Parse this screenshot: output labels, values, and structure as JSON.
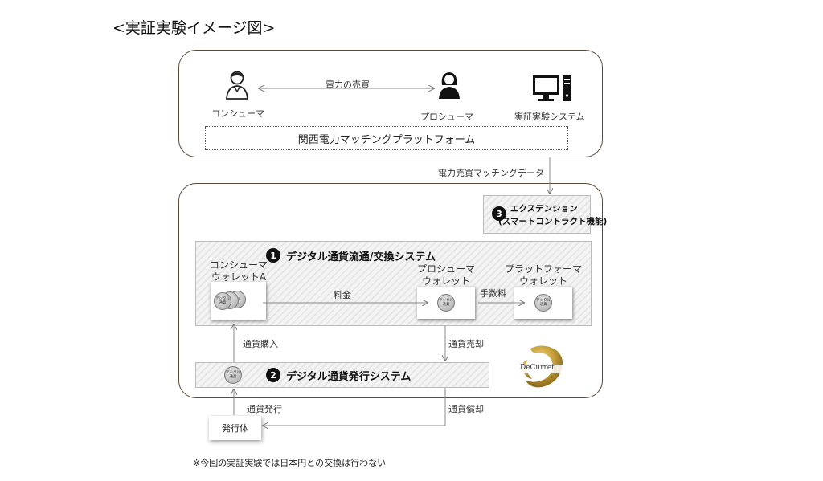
{
  "title": "<実証実験イメージ図>",
  "top": {
    "consumer_label": "コンシューマ",
    "power_trade_label": "電力の売買",
    "prosumer_label": "プロシューマ",
    "system_label": "実証実験システム",
    "platform_label": "関西電力マッチングプラットフォーム",
    "icons": [
      "person-icon",
      "person-female-icon",
      "computer-icon"
    ]
  },
  "matching_data_label": "電力売買マッチングデータ",
  "extension": {
    "number": "3",
    "line1": "エクステンション",
    "line2": "(スマートコントラクト機能)"
  },
  "system1": {
    "number": "1",
    "title": "デジタル通貨流通/交換システム",
    "consumer_wallet": [
      "コンシューマ",
      "ウォレットA"
    ],
    "prosumer_wallet": [
      "プロシューマ",
      "ウォレット"
    ],
    "platform_wallet": [
      "プラットフォーマ",
      "ウォレット"
    ],
    "fee_label": "料金",
    "commission_label": "手数料",
    "coin_text": "デジタル通貨",
    "coin_partial_text": "タル"
  },
  "system2": {
    "number": "2",
    "title": "デジタル通貨発行システム"
  },
  "flows": {
    "purchase": "通貨購入",
    "sale": "通貨売却",
    "issue": "通貨発行",
    "redeem": "通貨償却"
  },
  "issuer_label": "発行体",
  "logo_text": "DeCurret",
  "note": "※今回の実証実験では日本円との交換は行わない"
}
